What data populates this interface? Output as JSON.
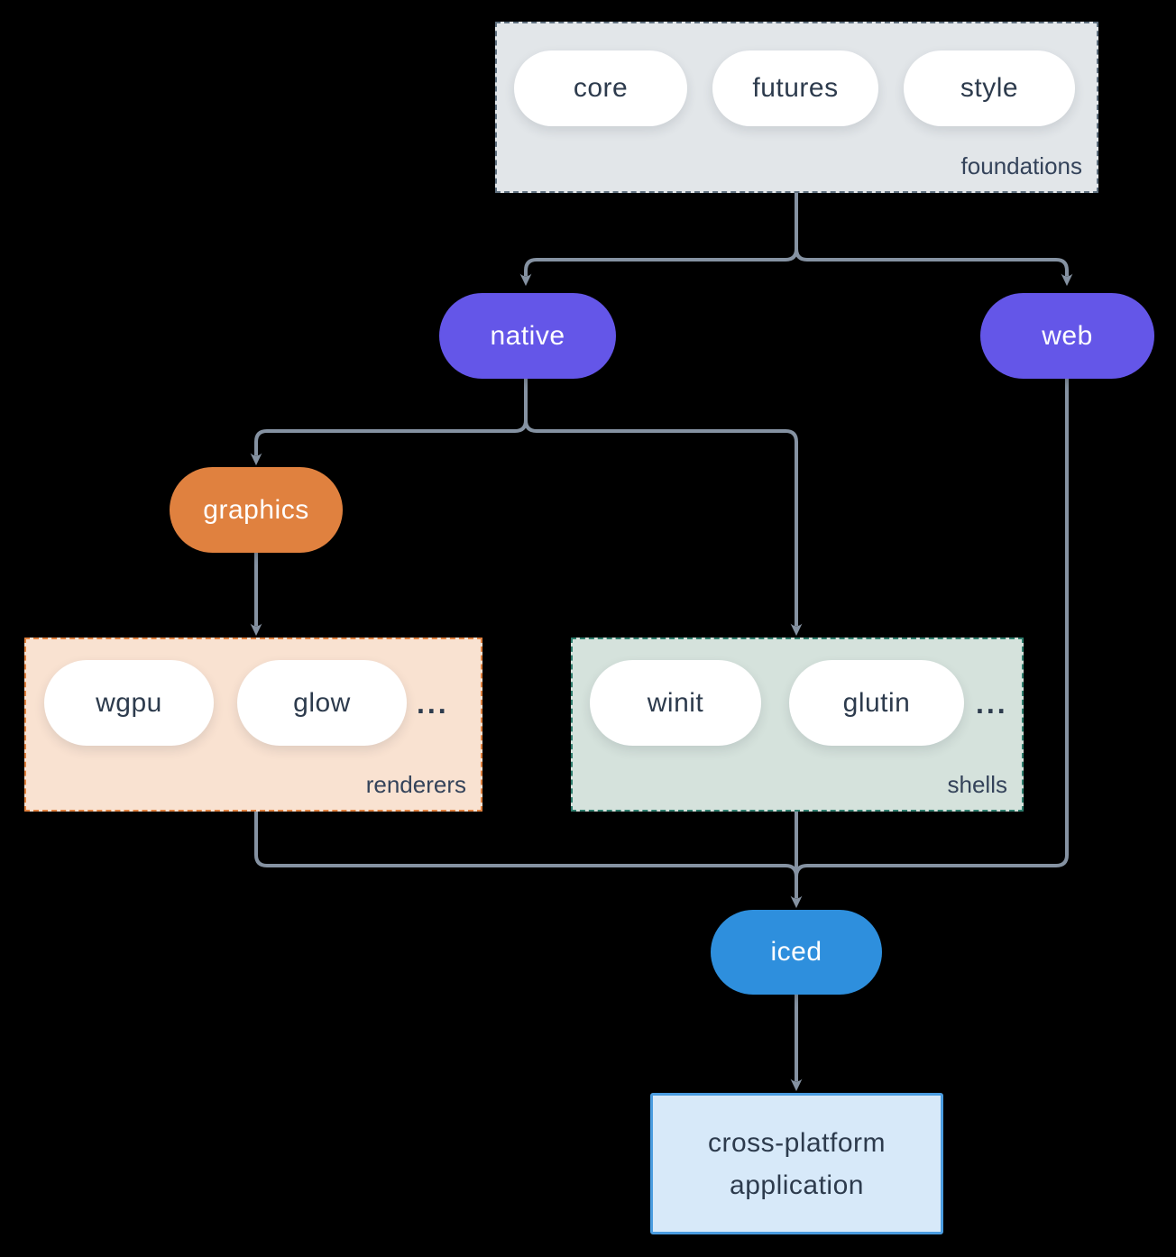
{
  "colors": {
    "background": "#000000",
    "connector": "#8592a2",
    "dark_text": "#2d3b4d",
    "light_text": "#ffffff",
    "purple_node": "#6456e8",
    "orange_node": "#e0813f",
    "blue_node": "#2e8fdd",
    "foundations_fill": "#e2e6e9",
    "foundations_border": "#5f707f",
    "renderers_fill": "#f9e2d1",
    "renderers_border": "#e0813f",
    "shells_fill": "#d5e2dc",
    "shells_border": "#2f7d6d",
    "app_fill": "#d7e9f9",
    "app_border": "#4a9ce0"
  },
  "groups": {
    "foundations": {
      "label": "foundations",
      "pills": [
        "core",
        "futures",
        "style"
      ]
    },
    "renderers": {
      "label": "renderers",
      "pills": [
        "wgpu",
        "glow"
      ],
      "ellipsis": "..."
    },
    "shells": {
      "label": "shells",
      "pills": [
        "winit",
        "glutin"
      ],
      "ellipsis": "..."
    }
  },
  "nodes": {
    "native": "native",
    "web": "web",
    "graphics": "graphics",
    "iced": "iced",
    "app": {
      "line1": "cross-platform",
      "line2": "application"
    }
  }
}
